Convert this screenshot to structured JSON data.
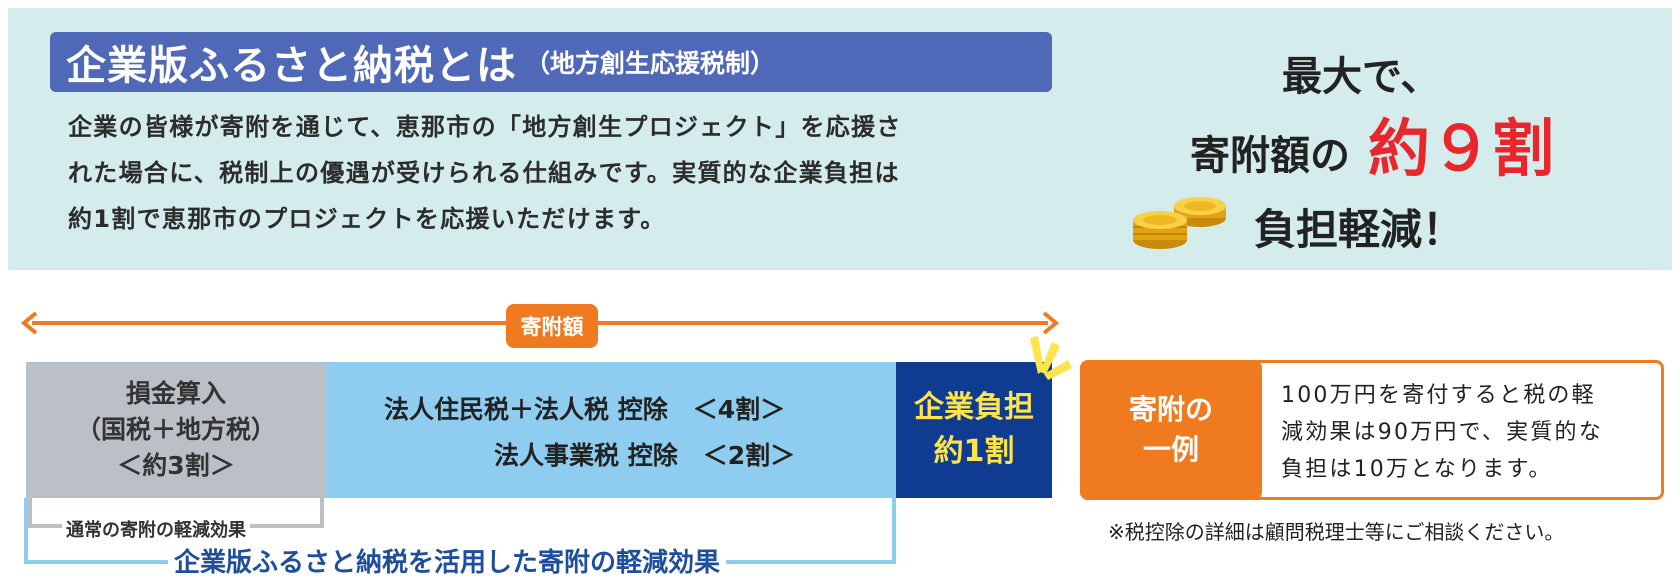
{
  "header": {
    "title": "企業版ふるさと納税とは",
    "subtitle": "（地方創生応援税制）",
    "description_lines": [
      "企業の皆様が寄附を通じて、恵那市の「地方創生プロジェクト」を応援さ",
      "れた場合に、税制上の優遇が受けられる仕組みです。実質的な企業負担は",
      "約1割で恵那市のプロジェクトを応援いただけます。"
    ]
  },
  "promo": {
    "line1": "最大で、",
    "line2": "寄附額の",
    "highlight": "約９割",
    "line3": "負担軽減！",
    "icon": "coins-icon"
  },
  "diagram": {
    "arrow_label": "寄附額",
    "gray_box": [
      "損金算入",
      "（国税＋地方税）",
      "＜約3割＞"
    ],
    "blue_box": {
      "row1": "法人住民税＋法人税 控除　＜4割＞",
      "row2": "法人事業税 控除　＜2割＞"
    },
    "navy_box": [
      "企業負担",
      "約1割"
    ],
    "normal_effect_label": "通常の寄附の軽減効果",
    "corporate_effect_label": "企業版ふるさと納税を活用した寄附の軽減効果"
  },
  "example": {
    "tag": [
      "寄附の",
      "一例"
    ],
    "text_lines": [
      "100万円を寄付すると税の軽",
      "減効果は90万円で、実質的な",
      "負担は10万となります。"
    ]
  },
  "note": "※税控除の詳細は顧問税理士等にご相談ください。",
  "colors": {
    "panel_bg": "#d4ecec",
    "title_bg": "#5068b8",
    "accent_orange": "#f07a20",
    "highlight_red": "#e8262c",
    "highlight_marker": "#f7df78",
    "box_gray": "#bbbfc6",
    "box_blue": "#8fcdf0",
    "box_navy": "#0f3c90",
    "navy_text": "#fde44a",
    "bracket_blue": "#8fcdf0",
    "label_blue": "#1f4e9c"
  }
}
